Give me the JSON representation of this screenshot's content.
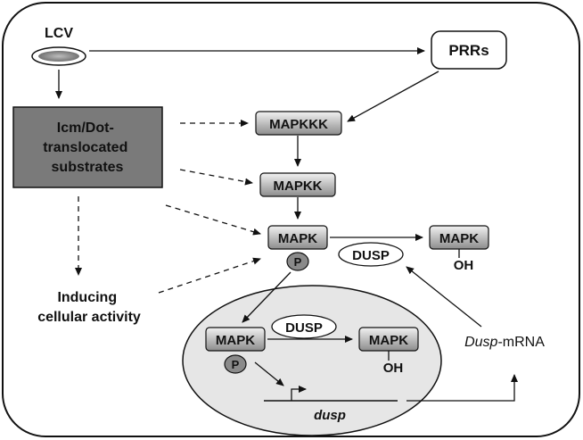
{
  "nodes": {
    "lcv": "LCV",
    "prrs": "PRRs",
    "substrates": [
      "Icm/Dot-",
      "translocated",
      "substrates"
    ],
    "mapkkk": "MAPKKK",
    "mapkk": "MAPKK",
    "mapk": "MAPK",
    "phospho": "P",
    "dusp": "DUSP",
    "mapk_oh": "MAPK",
    "oh": "OH",
    "inducing": [
      "Inducing",
      "cellular activity"
    ],
    "nuc_mapk": "MAPK",
    "nuc_phospho": "P",
    "nuc_dusp": "DUSP",
    "nuc_mapk_oh": "MAPK",
    "nuc_oh": "OH",
    "gene": "dusp",
    "mrna_italic": "Dusp",
    "mrna_rest": "-mRNA"
  },
  "colors": {
    "substrate_fill": "#7a7a7a",
    "nucleus_fill": "#e6e6e6",
    "kinase_light": "#f2f2f2",
    "kinase_dark": "#8c8c8c",
    "phospho_fill": "#8a8a8a"
  }
}
